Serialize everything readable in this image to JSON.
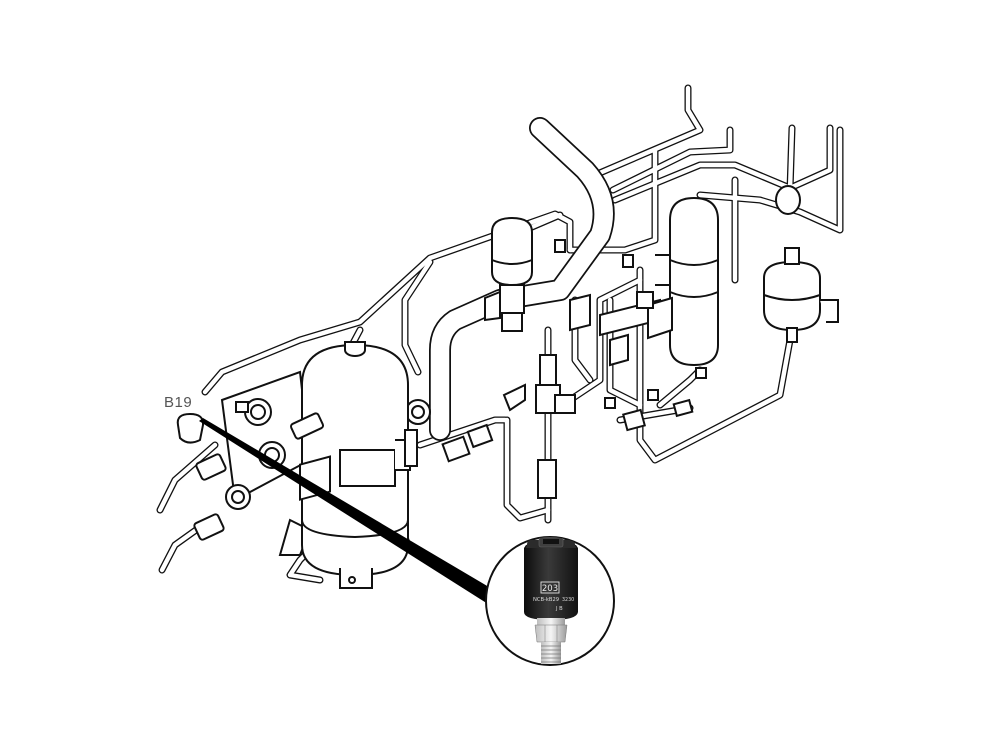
{
  "diagram": {
    "callout_label": "B19",
    "sensor_labels": {
      "code": "203",
      "part_number": "NCB-kB29",
      "line3": "J B",
      "suffix": "3230"
    }
  },
  "colors": {
    "line": "#111111",
    "pipe_fill": "#ffffff",
    "sensor_body": "#1c1c1c",
    "label_text": "#555555"
  }
}
